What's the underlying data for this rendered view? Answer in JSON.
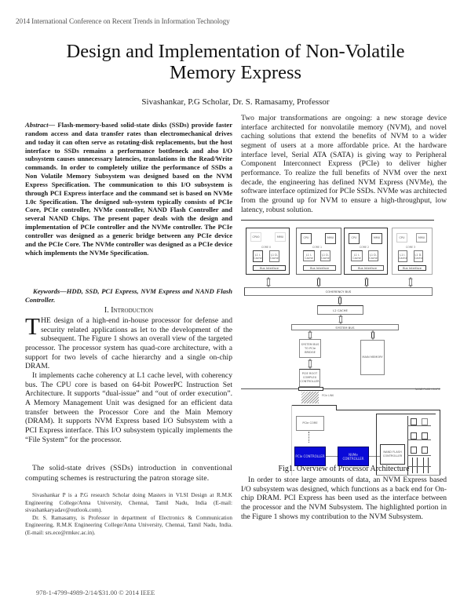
{
  "header": {
    "conference": "2014 International Conference on Recent Trends in Information Technology"
  },
  "paper": {
    "title_line1": "Design and Implementation of Non-Volatile",
    "title_line2": "Memory Express",
    "authors": "Sivashankar, P.G Scholar, Dr. S. Ramasamy, Professor"
  },
  "abstract": {
    "label": "Abstract",
    "dash": "— ",
    "text": "Flash-memory-based solid-state disks (SSDs) provide faster random access and data transfer rates than electromechanical drives and today it can often serve as rotating-disk replacements, but the host interface to SSDs remains a performance bottleneck and also I/O subsystem causes unnecessary latencies, translations in the Read/Write commands. In order to completely utilize the performance of SSDs a Non Volatile Memory Subsystem was designed based on the NVM Express Specification. The communication to this I/O subsystem is through PCI Express interface and the command set is based on NVMe 1.0c Specification. The designed sub-system typically consists of PCIe Core, PCIe controller, NVMe controller, NAND Flash Controller and several NAND Chips. The present paper deals with the design and implementation of PCIe controller and the NVMe controller. The PCIe controller was designed as a generic bridge between any PCIe device and the PCIe Core. The NVMe controller was designed as a PCIe device which implements the NVMe Specification."
  },
  "keywords": {
    "text": "Keywords—HDD, SSD, PCI Express, NVM Express and NAND Flash Controller."
  },
  "section1": {
    "number": "I.",
    "title": "Introduction",
    "dropcap": "T",
    "para1_rest": "HE design of a high-end in-house processor for defense and security related applications as let to the development of the subsequent. The Figure 1 shows an overall view of the targeted processor. The processor system has quad-core architecture, with a support for two levels of cache hierarchy and a single on-chip DRAM.",
    "para2": "It implements cache coherency at L1 cache level, with coherency bus. The CPU core is based on 64-bit PowerPC Instruction Set Architecture. It supports “dual-issue” and “out of order execution”. A Memory Management Unit was designed for an efficient data transfer between the Processor Core and the Main Memory (DRAM). It supports NVM Express based I/O Subsystem with a PCI Express interface. This I/O subsystem typically implements the “File System” for the processor.",
    "para3": "The solid-state drives (SSDs) introduction in conventional computing schemes is restructuring the patron storage site."
  },
  "footnotes": {
    "author1": "Sivashankar P is a P.G research Scholar doing Masters in VLSI Design at R.M.K Engineering College/Anna University, Chennai, Tamil Nadu, India (E-mail: sivashankaryadav@outlook.com).",
    "author2": "Dr. S. Ramasamy, is Professor in department of Electronics & Communication Engineering, R.M.K Engineering College/Anna University, Chennai, Tamil Nadu, India. (E-mail: srs.ece@rmkec.ac.in)."
  },
  "footer": {
    "isbn": "978-1-4799-4989-2/14/$31.00 © 2014 IEEE"
  },
  "right_column": {
    "para1": "Two major transformations are ongoing: a new storage device interface architected for nonvolatile memory (NVM), and novel caching solutions that extend the benefits of NVM to a wider segment of users at a more affordable price. At the hardware interface level, Serial ATA (SATA) is giving way to Peripheral Component Interconnect Express (PCIe) to deliver higher performance. To realize the full benefits of NVM over the next decade, the engineering has defined NVM Express (NVMe), the software interface optimized for PCIe SSDs. NVMe was architected from the ground up for NVM to ensure a high-throughput, low latency, robust solution.",
    "para2": "In order to store large amounts of data, an NVM Express based I/O subsystem was designed, which functions as a back end for On-chip DRAM. PCI Express has been used as the interface between the processor and the NVM Subsystem. The highlighted portion in the Figure 1 shows my contribution to the NVM Subsystem."
  },
  "figure1": {
    "caption": "Fig1. Overview of Processor Architecture",
    "cores": [
      {
        "cpu": "CPU0",
        "mmu": "MMU",
        "name": "CORE 0",
        "l1i": "L1 I-Cache",
        "l1d": "L1 D-Cache",
        "bus": "Bus Interface"
      },
      {
        "cpu": "CPU",
        "mmu": "MMU",
        "name": "CORE 1",
        "l1i": "L1 I-Cache",
        "l1d": "L1 D-Cache",
        "bus": "Bus Interface"
      },
      {
        "cpu": "CPU",
        "mmu": "MMU",
        "name": "CORE 2",
        "l1i": "L1 I-Cache",
        "l1d": "L1 D-Cache",
        "bus": "Bus Interface"
      },
      {
        "cpu": "CPU",
        "mmu": "MMU",
        "name": "CORE 3",
        "l1i": "L1 I-Cache",
        "l1d": "L1 D-Cache",
        "bus": "Bus Interface"
      }
    ],
    "coherency_bus": "COHERENCY BUS",
    "l2_cache": "L2 CACHE",
    "system_bus": "SYSTEM BUS",
    "bus_bridge": "SYSTEM BUS TO PCIe BRIDGE",
    "main_memory": "MAIN MEMORY",
    "pcie_controller_root": "PCIE ROOT COMPLEX CONTROLLER",
    "pcie_link": "PCIe LINK",
    "nand_chips_label": "NAND FLASH CHIPS",
    "pcie_core": "PCIe CORE",
    "pcie_controller": "PCIe CONTROLLER",
    "nvme_controller": "NVMe CONTROLLER",
    "nand_controller": "NAND FLASH CONTROLLER",
    "highlight_color": "#0a0ad8"
  }
}
